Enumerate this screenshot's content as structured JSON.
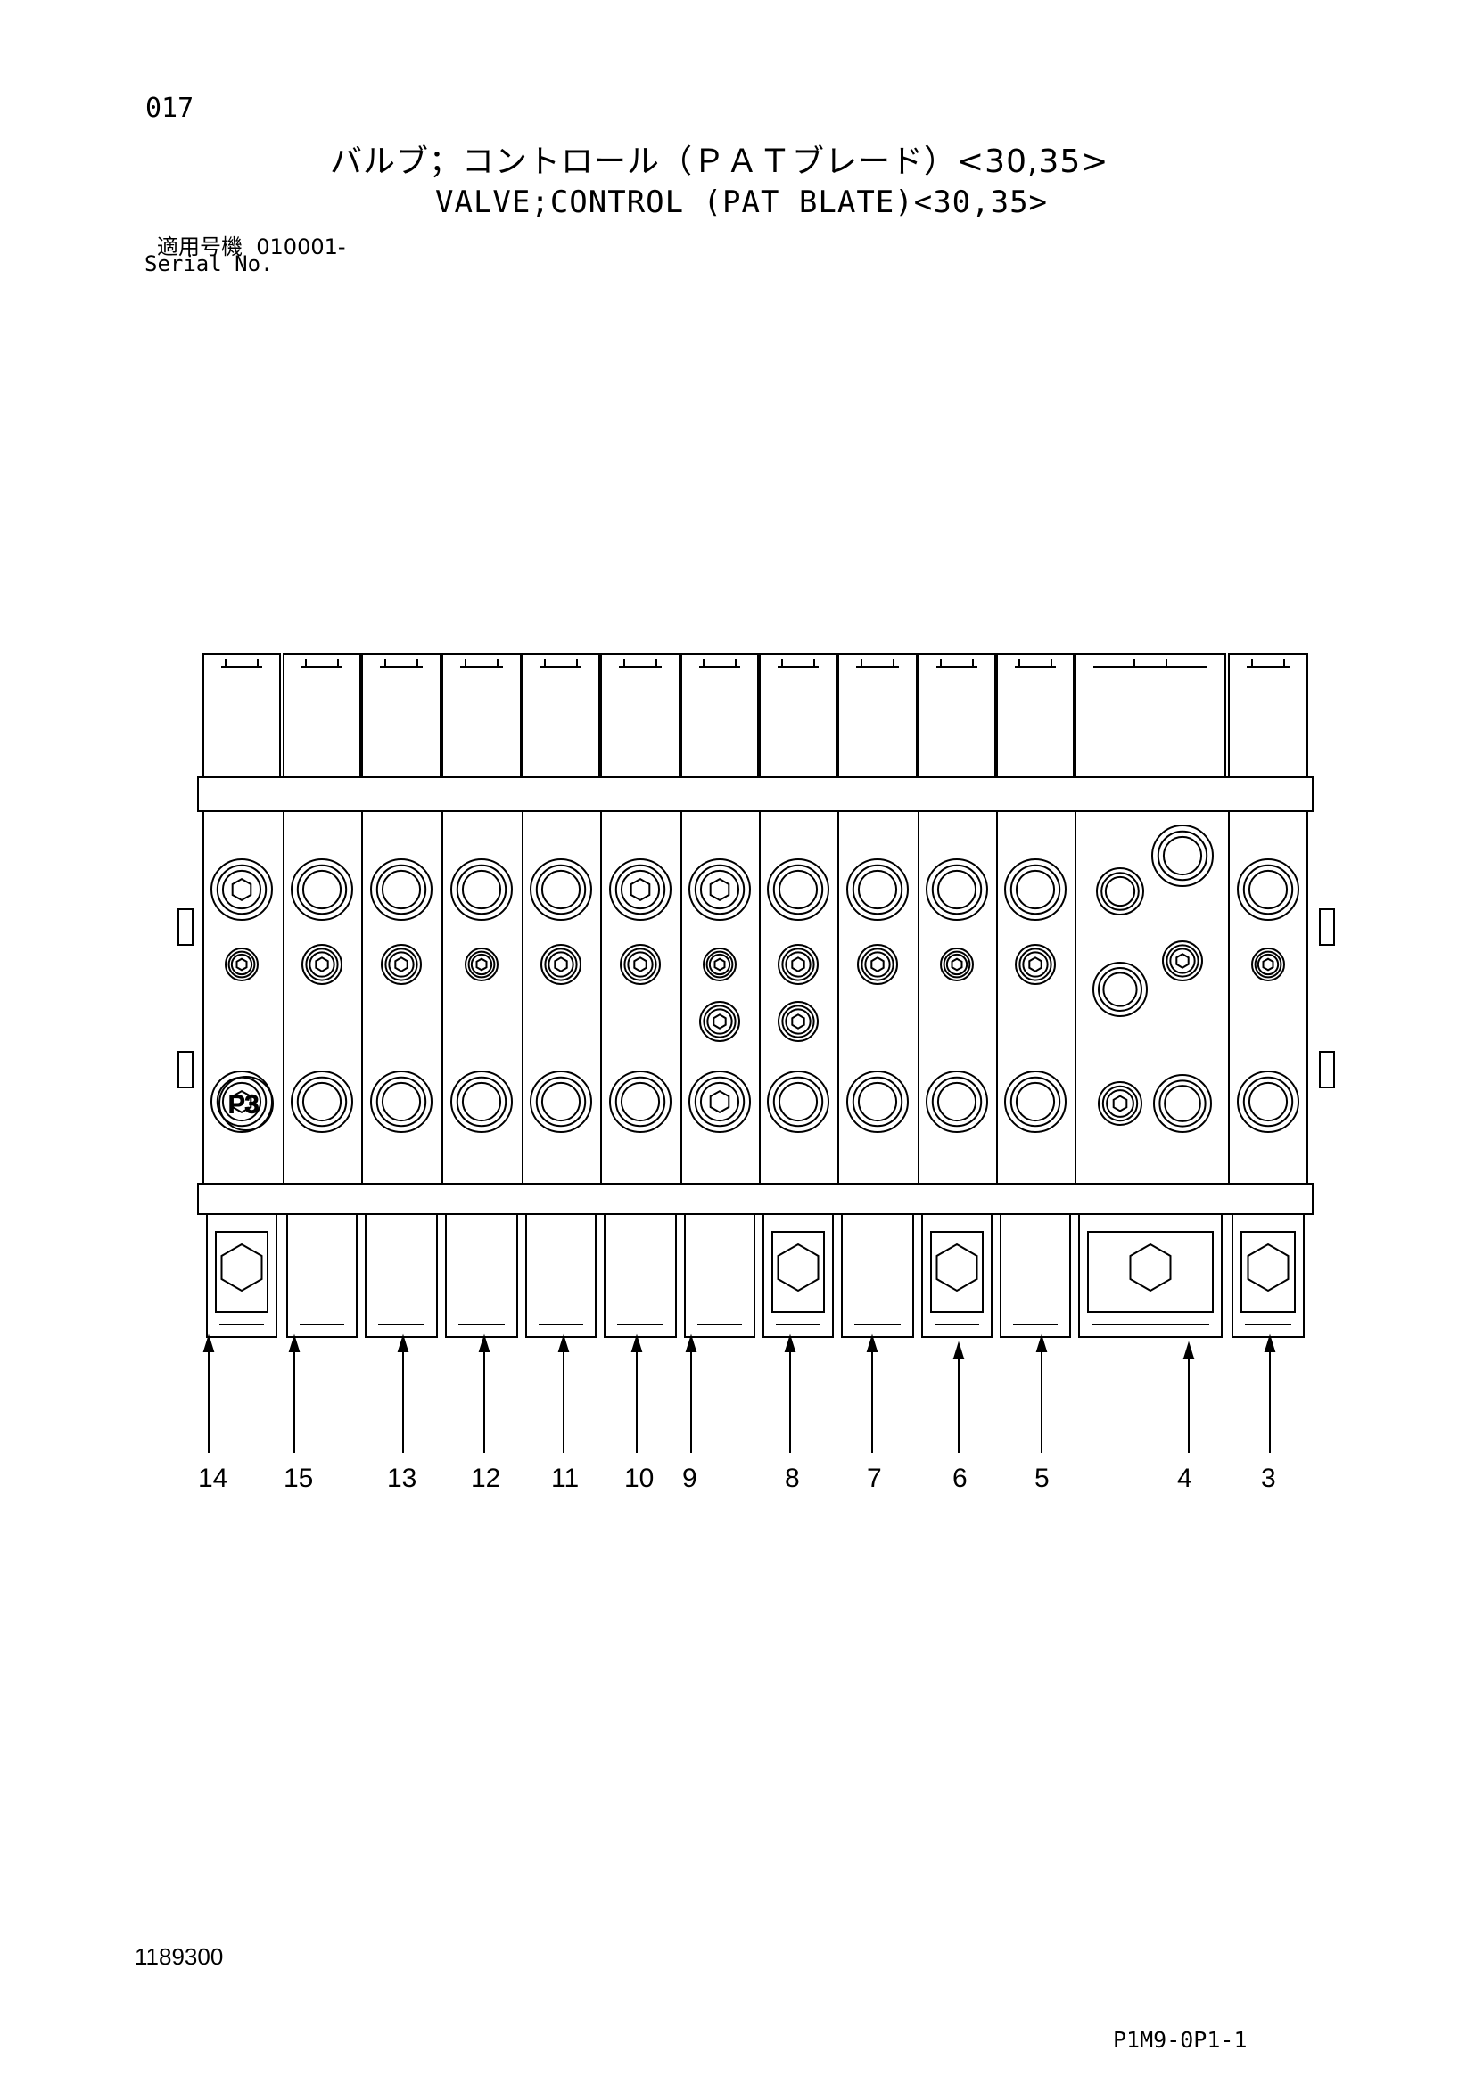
{
  "header": {
    "page_number": "017",
    "title_jp": "バルブ；コントロール（ＰＡＴブレード）<30,35>",
    "title_en": "VALVE;CONTROL (PAT BLATE)<30,35>",
    "serial_label_jp": "適用号機",
    "serial_value": "010001-",
    "serial_label_en": "Serial No."
  },
  "diagram": {
    "callouts": [
      "14",
      "15",
      "13",
      "12",
      "11",
      "10",
      "9",
      "8",
      "7",
      "6",
      "5",
      "4",
      "3"
    ]
  },
  "footer": {
    "drawing_number": "1189300",
    "sheet_code": "P1M9-0P1-1"
  }
}
